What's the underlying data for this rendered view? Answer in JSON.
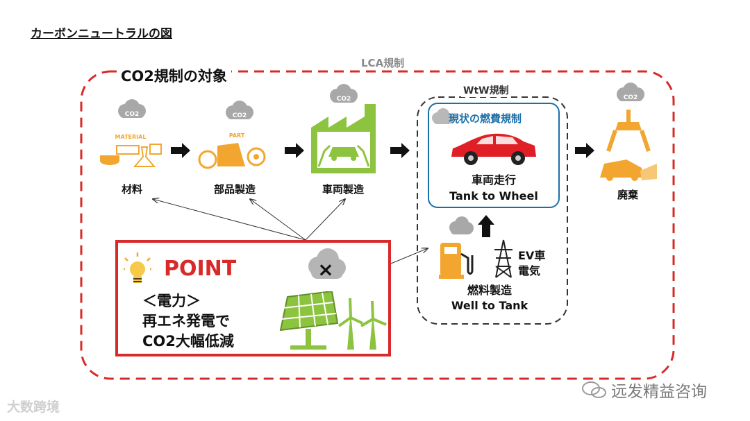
{
  "title": "カーボンニュートラルの図",
  "lca_label": "LCA規制",
  "co2_scope_label": "CO2規制の対象",
  "wtw_label": "WtW規制",
  "stages": {
    "material": {
      "label": "材料",
      "sign": "MATERIAL"
    },
    "parts": {
      "label": "部品製造",
      "sign": "PART"
    },
    "vehicle_mfg": {
      "label": "車両製造"
    },
    "disposal": {
      "label": "廃棄"
    }
  },
  "co2_cloud_text": "CO2",
  "current_regulation": {
    "title": "現状の燃費規制",
    "line1": "車両走行",
    "line2": "Tank to Wheel"
  },
  "fuel": {
    "line1": "燃料製造",
    "line2": "Well to Tank"
  },
  "ev": {
    "line1": "EV車",
    "line2": "電気"
  },
  "point": {
    "title": "POINT",
    "line1": "＜電力＞",
    "line2": "再エネ発電で",
    "line3": "CO2大幅低減",
    "cross": "×"
  },
  "colors": {
    "red": "#d92a2a",
    "orange": "#f2a630",
    "green": "#8cc43f",
    "blue": "#1b6fa8",
    "gray": "#a8a8a8"
  },
  "watermarks": {
    "left": "大数跨境",
    "right": "远发精益咨询"
  }
}
